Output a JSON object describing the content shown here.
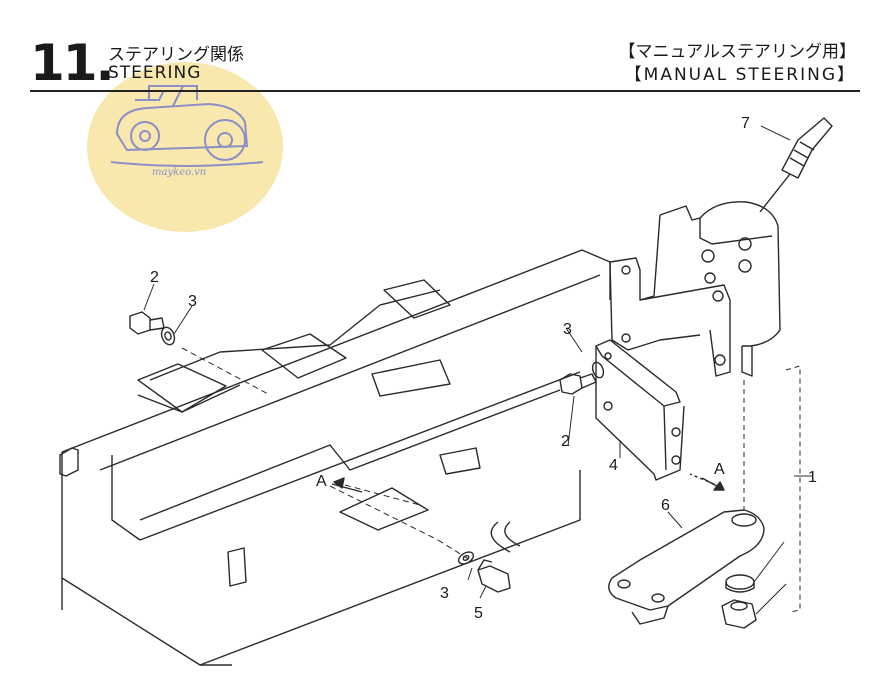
{
  "header": {
    "section_number": "11.",
    "title_jp": "ステアリング関係",
    "title_en": "STEERING",
    "type_jp": "【マニュアルステアリング用】",
    "type_en": "【MANUAL STEERING】"
  },
  "watermark": {
    "text": "maykeo.vn",
    "icon": "tractor-logo-icon",
    "color": "#f5de8c"
  },
  "callouts": {
    "c1": "1",
    "c2a": "2",
    "c2b": "2",
    "c3a": "3",
    "c3b": "3",
    "c3c": "3",
    "c4": "4",
    "c5": "5",
    "c6": "6",
    "c7": "7",
    "viewA1": "A",
    "viewA2": "A"
  }
}
